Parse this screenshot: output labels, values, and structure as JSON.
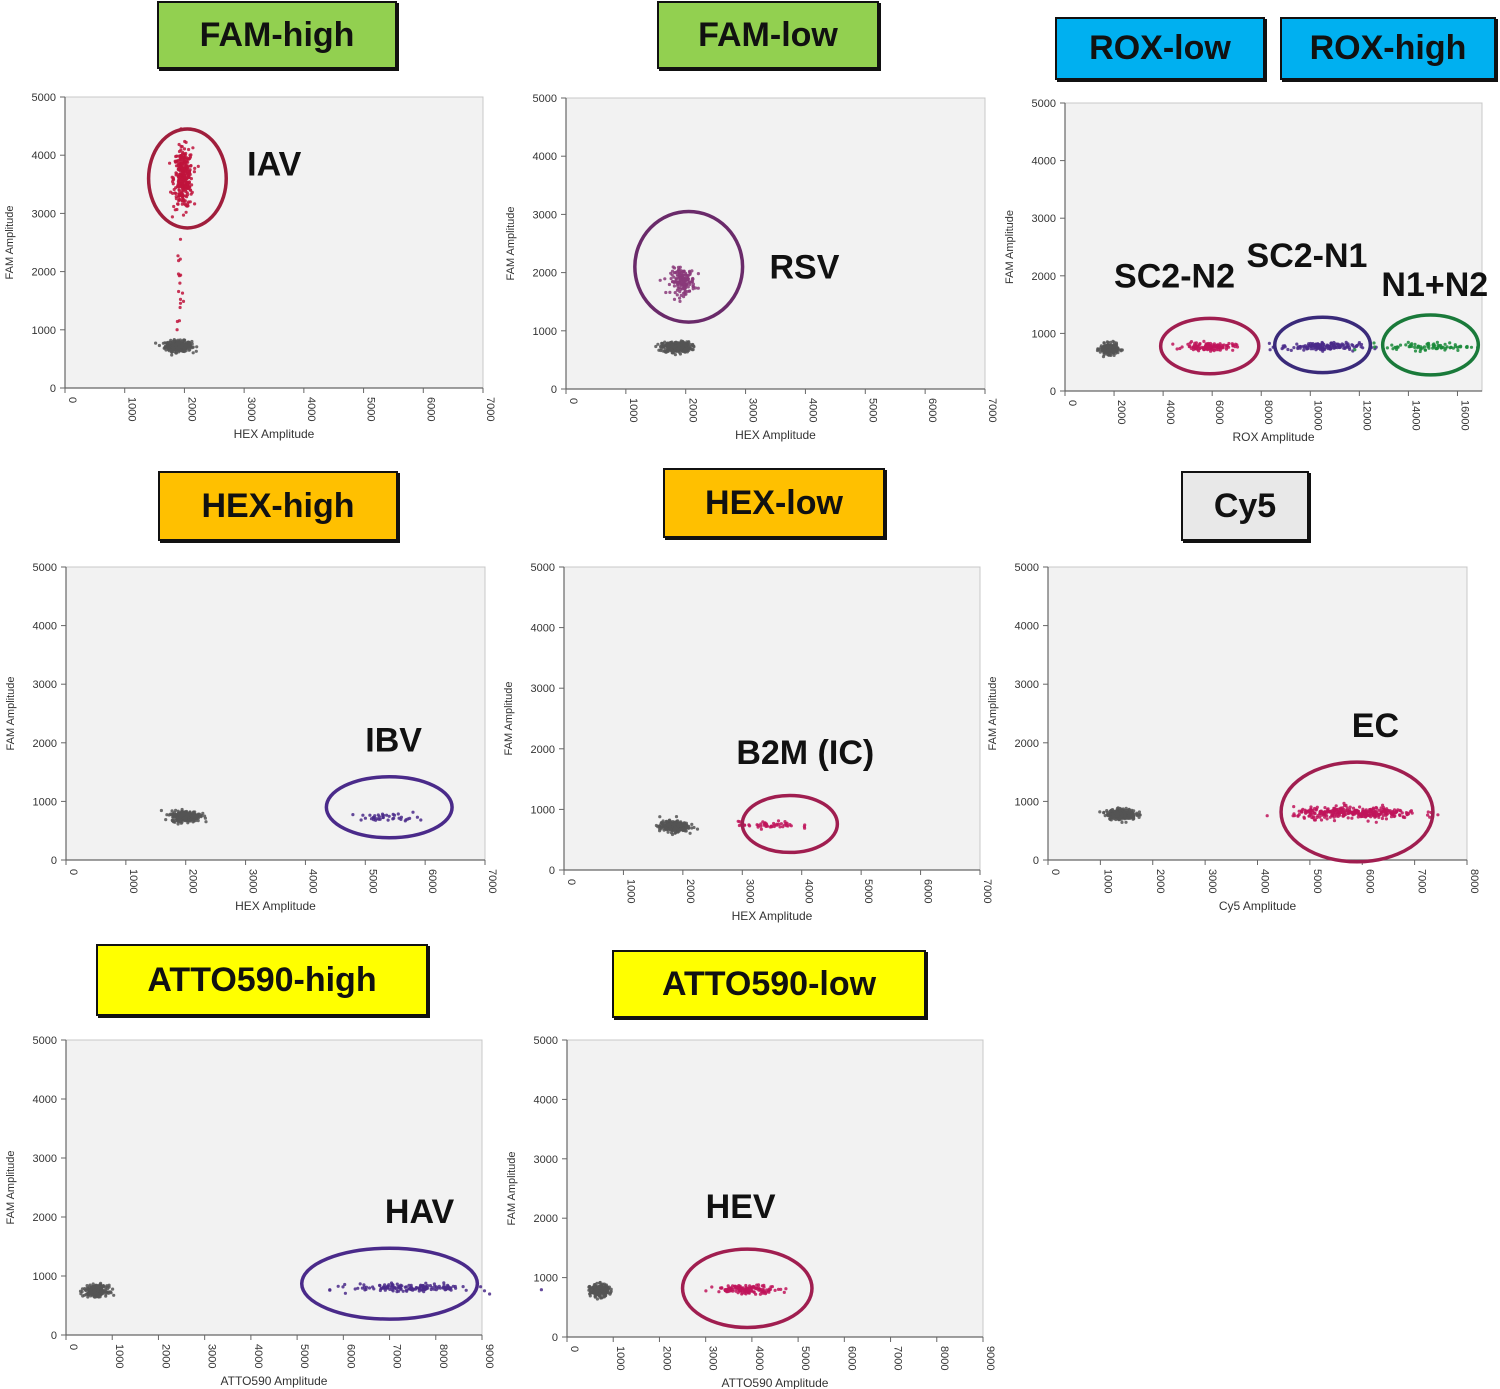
{
  "chart_data": [
    {
      "type": "scatter",
      "channel_label": "FAM-high",
      "label_color": "#92d050",
      "xlabel": "HEX Amplitude",
      "ylabel": "FAM Amplitude",
      "xlim": [
        0,
        7000
      ],
      "ylim": [
        0,
        5000
      ],
      "xticks": [
        "0",
        "1000",
        "2000",
        "3000",
        "4000",
        "5000",
        "6000",
        "7000"
      ],
      "yticks": [
        "0",
        "1000",
        "2000",
        "3000",
        "4000",
        "5000"
      ],
      "clusters": [
        {
          "name": "negative",
          "x": 1900,
          "y": 720,
          "sx": 110,
          "sy": 45,
          "n": 320,
          "color": "#555555"
        },
        {
          "name": "IAV",
          "x": 1980,
          "y": 3600,
          "sx": 80,
          "sy": 260,
          "n": 320,
          "color": "#c0143c"
        },
        {
          "name": "IAV-rain",
          "x": 1920,
          "y": 1800,
          "sx": 30,
          "sy": 500,
          "n": 16,
          "color": "#c0143c"
        }
      ],
      "circles": [
        {
          "x": 2050,
          "y": 3600,
          "rx": 650,
          "ry": 850,
          "color": "#a01e3c"
        }
      ],
      "annotations": [
        {
          "text": "IAV",
          "x": 3050,
          "y": 3650
        }
      ]
    },
    {
      "type": "scatter",
      "channel_label": "FAM-low",
      "label_color": "#92d050",
      "xlabel": "HEX Amplitude",
      "ylabel": "FAM Amplitude",
      "xlim": [
        0,
        7000
      ],
      "ylim": [
        0,
        5000
      ],
      "xticks": [
        "0",
        "1000",
        "2000",
        "3000",
        "4000",
        "5000",
        "6000",
        "7000"
      ],
      "yticks": [
        "0",
        "1000",
        "2000",
        "3000",
        "4000",
        "5000"
      ],
      "clusters": [
        {
          "name": "negative",
          "x": 1850,
          "y": 720,
          "sx": 120,
          "sy": 45,
          "n": 300,
          "color": "#555555"
        },
        {
          "name": "RSV",
          "x": 1950,
          "y": 1850,
          "sx": 100,
          "sy": 110,
          "n": 160,
          "color": "#8a3a7a"
        }
      ],
      "circles": [
        {
          "x": 2050,
          "y": 2100,
          "rx": 900,
          "ry": 950,
          "color": "#6a2a6a"
        }
      ],
      "annotations": [
        {
          "text": "RSV",
          "x": 3400,
          "y": 1900
        }
      ]
    },
    {
      "type": "scatter",
      "channel_label": "ROX-low",
      "label_color": "#00b0f0",
      "channel_label_2": "ROX-high",
      "xlabel": "ROX Amplitude",
      "ylabel": "FAM Amplitude",
      "xlim": [
        0,
        17000
      ],
      "ylim": [
        0,
        5000
      ],
      "xticks": [
        "0",
        "2000",
        "4000",
        "6000",
        "8000",
        "10000",
        "12000",
        "14000",
        "16000"
      ],
      "yticks": [
        "0",
        "1000",
        "2000",
        "3000",
        "4000",
        "5000"
      ],
      "clusters": [
        {
          "name": "negative",
          "x": 1800,
          "y": 730,
          "sx": 180,
          "sy": 45,
          "n": 220,
          "color": "#555555"
        },
        {
          "name": "SC2-N2",
          "x": 5900,
          "y": 770,
          "sx": 500,
          "sy": 35,
          "n": 120,
          "color": "#c0145a"
        },
        {
          "name": "SC2-N1",
          "x": 10400,
          "y": 770,
          "sx": 800,
          "sy": 35,
          "n": 150,
          "color": "#4a2a8a"
        },
        {
          "name": "N1+N2",
          "x": 14800,
          "y": 770,
          "sx": 900,
          "sy": 35,
          "n": 80,
          "color": "#1a8a3a"
        }
      ],
      "circles": [
        {
          "x": 5900,
          "y": 780,
          "rx": 2000,
          "ry": 480,
          "color": "#a01e50"
        },
        {
          "x": 10500,
          "y": 800,
          "rx": 1950,
          "ry": 480,
          "color": "#3a2a7a"
        },
        {
          "x": 14900,
          "y": 800,
          "rx": 1950,
          "ry": 520,
          "color": "#1a7a3a"
        }
      ],
      "annotations": [
        {
          "text": "SC2-N2",
          "x": 2000,
          "y": 1800
        },
        {
          "text": "SC2-N1",
          "x": 7400,
          "y": 2150
        },
        {
          "text": "N1+N2",
          "x": 12900,
          "y": 1650
        }
      ]
    },
    {
      "type": "scatter",
      "channel_label": "HEX-high",
      "label_color": "#ffc000",
      "xlabel": "HEX Amplitude",
      "ylabel": "FAM Amplitude",
      "xlim": [
        0,
        7000
      ],
      "ylim": [
        0,
        5000
      ],
      "xticks": [
        "0",
        "1000",
        "2000",
        "3000",
        "4000",
        "5000",
        "6000",
        "7000"
      ],
      "yticks": [
        "0",
        "1000",
        "2000",
        "3000",
        "4000",
        "5000"
      ],
      "clusters": [
        {
          "name": "negative",
          "x": 2000,
          "y": 750,
          "sx": 120,
          "sy": 45,
          "n": 300,
          "color": "#555555"
        },
        {
          "name": "IBV",
          "x": 5400,
          "y": 720,
          "sx": 250,
          "sy": 35,
          "n": 40,
          "color": "#4a2a8a"
        }
      ],
      "circles": [
        {
          "x": 5400,
          "y": 900,
          "rx": 1050,
          "ry": 520,
          "color": "#4a2a8a"
        }
      ],
      "annotations": [
        {
          "text": "IBV",
          "x": 5000,
          "y": 1850
        }
      ]
    },
    {
      "type": "scatter",
      "channel_label": "HEX-low",
      "label_color": "#ffc000",
      "xlabel": "HEX Amplitude",
      "ylabel": "FAM Amplitude",
      "xlim": [
        0,
        7000
      ],
      "ylim": [
        0,
        5000
      ],
      "xticks": [
        "0",
        "1000",
        "2000",
        "3000",
        "4000",
        "5000",
        "6000",
        "7000"
      ],
      "yticks": [
        "0",
        "1000",
        "2000",
        "3000",
        "4000",
        "5000"
      ],
      "clusters": [
        {
          "name": "negative",
          "x": 1850,
          "y": 720,
          "sx": 120,
          "sy": 45,
          "n": 280,
          "color": "#555555"
        },
        {
          "name": "B2M (IC)",
          "x": 3450,
          "y": 740,
          "sx": 250,
          "sy": 30,
          "n": 50,
          "color": "#c0145a"
        }
      ],
      "circles": [
        {
          "x": 3800,
          "y": 760,
          "rx": 800,
          "ry": 470,
          "color": "#a01e50"
        }
      ],
      "annotations": [
        {
          "text": "B2M (IC)",
          "x": 2900,
          "y": 1750
        }
      ]
    },
    {
      "type": "scatter",
      "channel_label": "Cy5",
      "label_color": "#e8e8e8",
      "xlabel": "Cy5 Amplitude",
      "ylabel": "FAM Amplitude",
      "xlim": [
        0,
        8000
      ],
      "ylim": [
        0,
        5000
      ],
      "xticks": [
        "0",
        "1000",
        "2000",
        "3000",
        "4000",
        "5000",
        "6000",
        "7000",
        "8000"
      ],
      "yticks": [
        "0",
        "1000",
        "2000",
        "3000",
        "4000",
        "5000"
      ],
      "clusters": [
        {
          "name": "negative",
          "x": 1400,
          "y": 780,
          "sx": 140,
          "sy": 45,
          "n": 280,
          "color": "#555555"
        },
        {
          "name": "EC",
          "x": 5900,
          "y": 800,
          "sx": 600,
          "sy": 50,
          "n": 320,
          "color": "#c0145a"
        }
      ],
      "circles": [
        {
          "x": 5900,
          "y": 820,
          "rx": 1450,
          "ry": 850,
          "color": "#a01e50"
        }
      ],
      "annotations": [
        {
          "text": "EC",
          "x": 5800,
          "y": 2100
        }
      ]
    },
    {
      "type": "scatter",
      "channel_label": "ATTO590-high",
      "label_color": "#ffff00",
      "xlabel": "ATTO590 Amplitude",
      "ylabel": "FAM Amplitude",
      "xlim": [
        0,
        9000
      ],
      "ylim": [
        0,
        5000
      ],
      "xticks": [
        "0",
        "1000",
        "2000",
        "3000",
        "4000",
        "5000",
        "6000",
        "7000",
        "8000",
        "9000"
      ],
      "yticks": [
        "0",
        "1000",
        "2000",
        "3000",
        "4000",
        "5000"
      ],
      "clusters": [
        {
          "name": "negative",
          "x": 650,
          "y": 750,
          "sx": 120,
          "sy": 45,
          "n": 260,
          "color": "#555555"
        },
        {
          "name": "HAV",
          "x": 7500,
          "y": 800,
          "sx": 650,
          "sy": 35,
          "n": 150,
          "color": "#4a2a8a"
        }
      ],
      "circles": [
        {
          "x": 7000,
          "y": 870,
          "rx": 1900,
          "ry": 600,
          "color": "#4a2a8a"
        }
      ],
      "annotations": [
        {
          "text": "HAV",
          "x": 6900,
          "y": 1900
        }
      ]
    },
    {
      "type": "scatter",
      "channel_label": "ATTO590-low",
      "label_color": "#ffff00",
      "xlabel": "ATTO590 Amplitude",
      "ylabel": "FAM Amplitude",
      "xlim": [
        0,
        9000
      ],
      "ylim": [
        0,
        5000
      ],
      "xticks": [
        "0",
        "1000",
        "2000",
        "3000",
        "4000",
        "5000",
        "6000",
        "7000",
        "8000",
        "9000"
      ],
      "yticks": [
        "0",
        "1000",
        "2000",
        "3000",
        "4000",
        "5000"
      ],
      "clusters": [
        {
          "name": "negative",
          "x": 700,
          "y": 780,
          "sx": 100,
          "sy": 50,
          "n": 220,
          "color": "#555555"
        },
        {
          "name": "HEV",
          "x": 3900,
          "y": 800,
          "sx": 350,
          "sy": 35,
          "n": 130,
          "color": "#c0145a"
        }
      ],
      "circles": [
        {
          "x": 3900,
          "y": 820,
          "rx": 1400,
          "ry": 660,
          "color": "#a01e50"
        }
      ],
      "annotations": [
        {
          "text": "HEV",
          "x": 3000,
          "y": 2000
        }
      ]
    }
  ]
}
